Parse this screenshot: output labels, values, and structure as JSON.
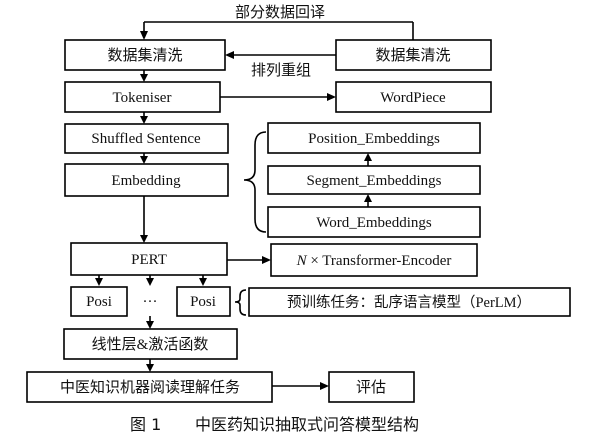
{
  "nodes": {
    "back_translation": "部分数据回译",
    "clean_left": "数据集清洗",
    "clean_right": "数据集清洗",
    "reorder": "排列重组",
    "tokeniser": "Tokeniser",
    "wordpiece": "WordPiece",
    "shuffled": "Shuffled Sentence",
    "embedding": "Embedding",
    "position_emb": "Position_Embeddings",
    "segment_emb": "Segment_Embeddings",
    "word_emb": "Word_Embeddings",
    "pert": "PERT",
    "encoder_n": "N",
    "encoder_times": "×",
    "encoder_label": "Transformer-Encoder",
    "posi_left": "Posi",
    "posi_dots": "···",
    "posi_right": "Posi",
    "pretrain_task": "预训练任务：乱序语言模型（PerLM）",
    "linear": "线性层&激活函数",
    "mrc_task": "中医知识机器阅读理解任务",
    "evaluate": "评估"
  },
  "caption": {
    "fig_number": "图 1",
    "fig_title": "中医药知识抽取式问答模型结构"
  }
}
